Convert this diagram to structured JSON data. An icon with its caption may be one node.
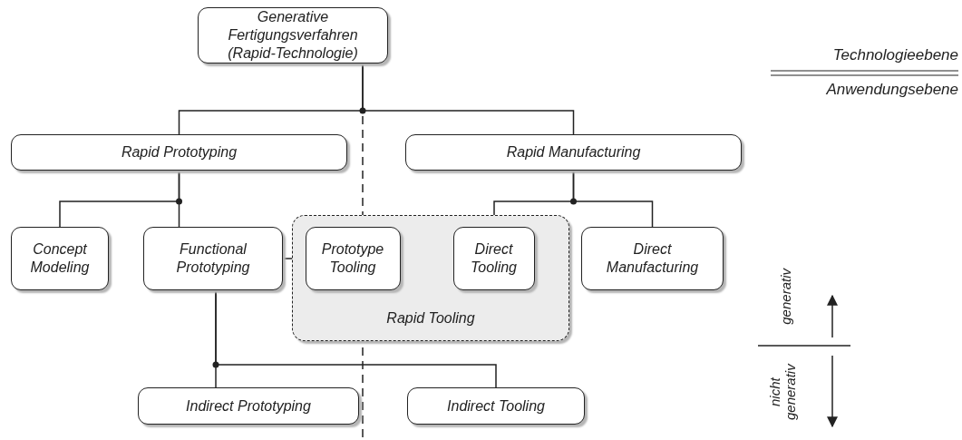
{
  "diagram": {
    "nodes": [
      {
        "text": [
          "Generative Fertigungsverfahren (Rapid-Technologie)"
        ]
      },
      {
        "text": [
          "Rapid Prototyping"
        ]
      },
      {
        "text": [
          "Rapid Manufacturing"
        ]
      },
      {
        "text": [
          "Concept Modeling"
        ]
      },
      {
        "text": [
          "Functional Prototyping"
        ]
      },
      {
        "text": [
          "Rapid Tooling"
        ]
      },
      {
        "text": [
          "Prototype Tooling"
        ],
        "in": 5
      },
      {
        "text": [
          "Direct Tooling"
        ],
        "in": 5
      },
      {
        "text": [
          "Direct Manufacturing"
        ]
      },
      {
        "text": [
          "Indirect Prototyping"
        ]
      },
      {
        "text": [
          "Indirect Tooling"
        ]
      }
    ],
    "edges": [
      {
        "from": 0,
        "to": 1,
        "arrow": "none"
      },
      {
        "from": 0,
        "to": 2,
        "arrow": "none"
      },
      {
        "from": 1,
        "to": 3,
        "arrow": "none"
      },
      {
        "from": 1,
        "to": 4,
        "arrow": "none"
      },
      {
        "from": 2,
        "to": 7,
        "arrow": "none"
      },
      {
        "from": 2,
        "to": 8,
        "arrow": "none"
      },
      {
        "from": 4,
        "to": 6,
        "arrow": "none"
      },
      {
        "from": 4,
        "to": 9,
        "arrow": "none"
      },
      {
        "from": 4,
        "to": 10,
        "arrow": "none"
      }
    ],
    "labels": [
      "Technologieebene",
      "Anwendungsebene",
      "generativ",
      "nicht generativ"
    ]
  }
}
